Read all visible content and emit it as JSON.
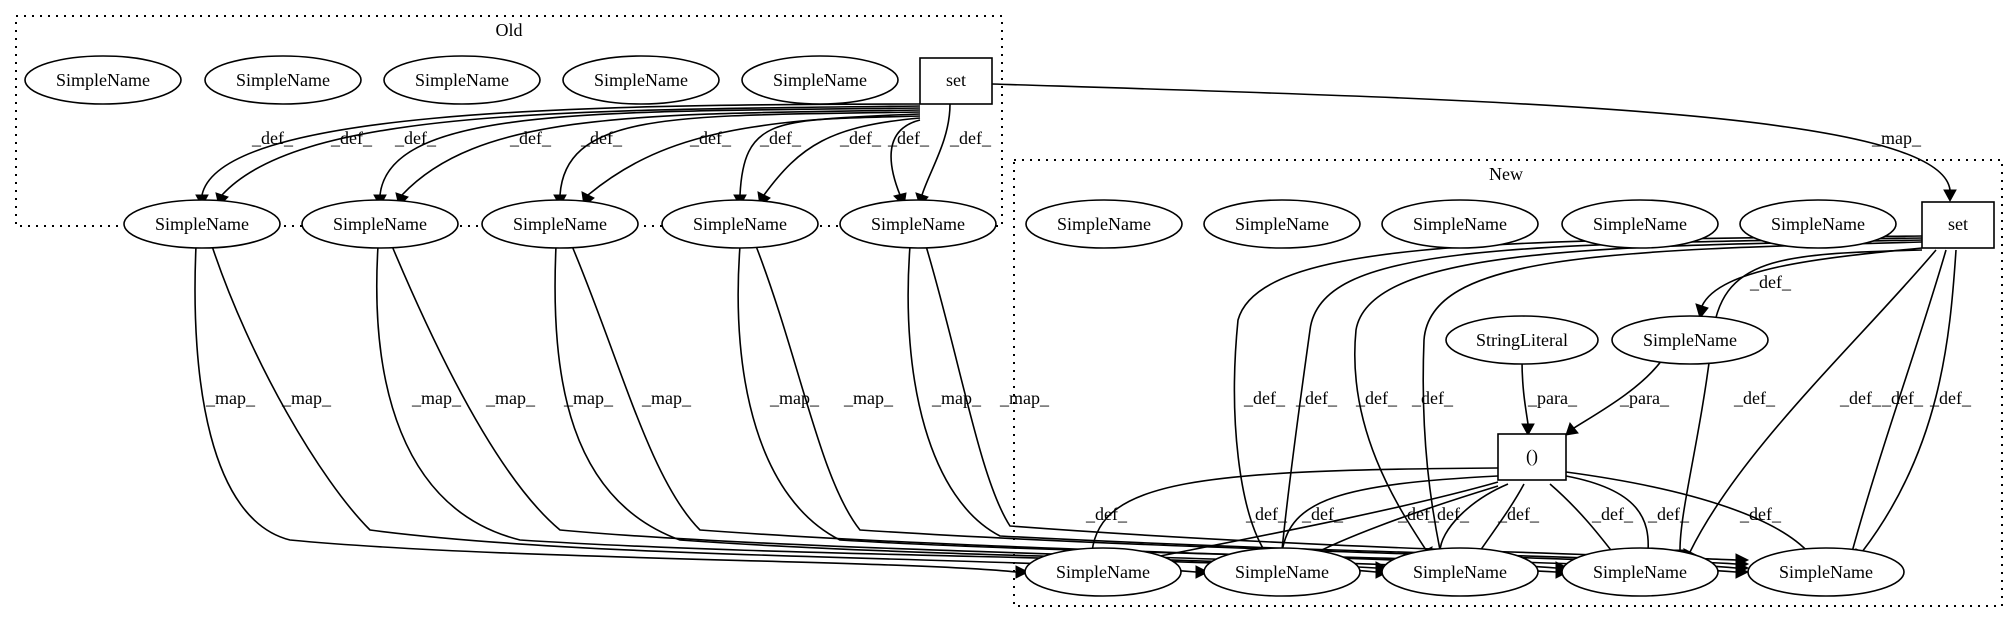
{
  "clusters": [
    {
      "id": "old",
      "label": "Old"
    },
    {
      "id": "new",
      "label": "New"
    }
  ],
  "nodes": {
    "o_a1": "SimpleName",
    "o_a2": "SimpleName",
    "o_a3": "SimpleName",
    "o_a4": "SimpleName",
    "o_a5": "SimpleName",
    "o_set": "set",
    "o_b1": "SimpleName",
    "o_b2": "SimpleName",
    "o_b3": "SimpleName",
    "o_b4": "SimpleName",
    "o_b5": "SimpleName",
    "n_a1": "SimpleName",
    "n_a2": "SimpleName",
    "n_a3": "SimpleName",
    "n_a4": "SimpleName",
    "n_a5": "SimpleName",
    "n_set": "set",
    "n_str": "StringLiteral",
    "n_sn": "SimpleName",
    "n_call": "()",
    "n_b1": "SimpleName",
    "n_b2": "SimpleName",
    "n_b3": "SimpleName",
    "n_b4": "SimpleName",
    "n_b5": "SimpleName"
  },
  "edges": [
    {
      "from": "o_set",
      "to": "o_b1",
      "label": "_def_"
    },
    {
      "from": "o_set",
      "to": "o_b1",
      "label": "_def_"
    },
    {
      "from": "o_set",
      "to": "o_b2",
      "label": "_def_"
    },
    {
      "from": "o_set",
      "to": "o_b2",
      "label": "_def_"
    },
    {
      "from": "o_set",
      "to": "o_b3",
      "label": "_def_"
    },
    {
      "from": "o_set",
      "to": "o_b3",
      "label": "_def_"
    },
    {
      "from": "o_set",
      "to": "o_b4",
      "label": "_def_"
    },
    {
      "from": "o_set",
      "to": "o_b4",
      "label": "_def_"
    },
    {
      "from": "o_set",
      "to": "o_b5",
      "label": "_def_"
    },
    {
      "from": "o_set",
      "to": "o_b5",
      "label": "_def_"
    },
    {
      "from": "o_set",
      "to": "n_set",
      "label": "_map_"
    },
    {
      "from": "o_b1",
      "to": "n_b1",
      "label": "_map_"
    },
    {
      "from": "o_b1",
      "to": "n_b2",
      "label": "_map_"
    },
    {
      "from": "o_b2",
      "to": "n_b2",
      "label": "_map_"
    },
    {
      "from": "o_b2",
      "to": "n_b3",
      "label": "_map_"
    },
    {
      "from": "o_b3",
      "to": "n_b3",
      "label": "_map_"
    },
    {
      "from": "o_b3",
      "to": "n_b4",
      "label": "_map_"
    },
    {
      "from": "o_b4",
      "to": "n_b4",
      "label": "_map_"
    },
    {
      "from": "o_b4",
      "to": "n_b5",
      "label": "_map_"
    },
    {
      "from": "o_b5",
      "to": "n_b5",
      "label": "_map_"
    },
    {
      "from": "o_b5",
      "to": "n_b5",
      "label": "_map_"
    },
    {
      "from": "n_set",
      "to": "n_sn",
      "label": "_def_"
    },
    {
      "from": "n_set",
      "to": "n_b2",
      "label": "_def_"
    },
    {
      "from": "n_set",
      "to": "n_b2",
      "label": "_def_"
    },
    {
      "from": "n_set",
      "to": "n_b3",
      "label": "_def_"
    },
    {
      "from": "n_set",
      "to": "n_b3",
      "label": "_def_"
    },
    {
      "from": "n_set",
      "to": "n_b4",
      "label": "_def_"
    },
    {
      "from": "n_set",
      "to": "n_b4",
      "label": "_def_"
    },
    {
      "from": "n_set",
      "to": "n_b5",
      "label": "_def_"
    },
    {
      "from": "n_set",
      "to": "n_b5",
      "label": "_def_"
    },
    {
      "from": "n_str",
      "to": "n_call",
      "label": "_para_"
    },
    {
      "from": "n_sn",
      "to": "n_call",
      "label": "_para_"
    },
    {
      "from": "n_call",
      "to": "n_b1",
      "label": "_def_"
    },
    {
      "from": "n_call",
      "to": "n_b2",
      "label": "_def_"
    },
    {
      "from": "n_call",
      "to": "n_b2",
      "label": "_def_"
    },
    {
      "from": "n_call",
      "to": "n_b3",
      "label": "_def_"
    },
    {
      "from": "n_call",
      "to": "n_b3",
      "label": "_def_"
    },
    {
      "from": "n_call",
      "to": "n_b4",
      "label": "_def_"
    },
    {
      "from": "n_call",
      "to": "n_b4",
      "label": "_def_"
    },
    {
      "from": "n_call",
      "to": "n_b5",
      "label": "_def_"
    },
    {
      "from": "n_call",
      "to": "n_b5",
      "label": "_def_"
    }
  ]
}
